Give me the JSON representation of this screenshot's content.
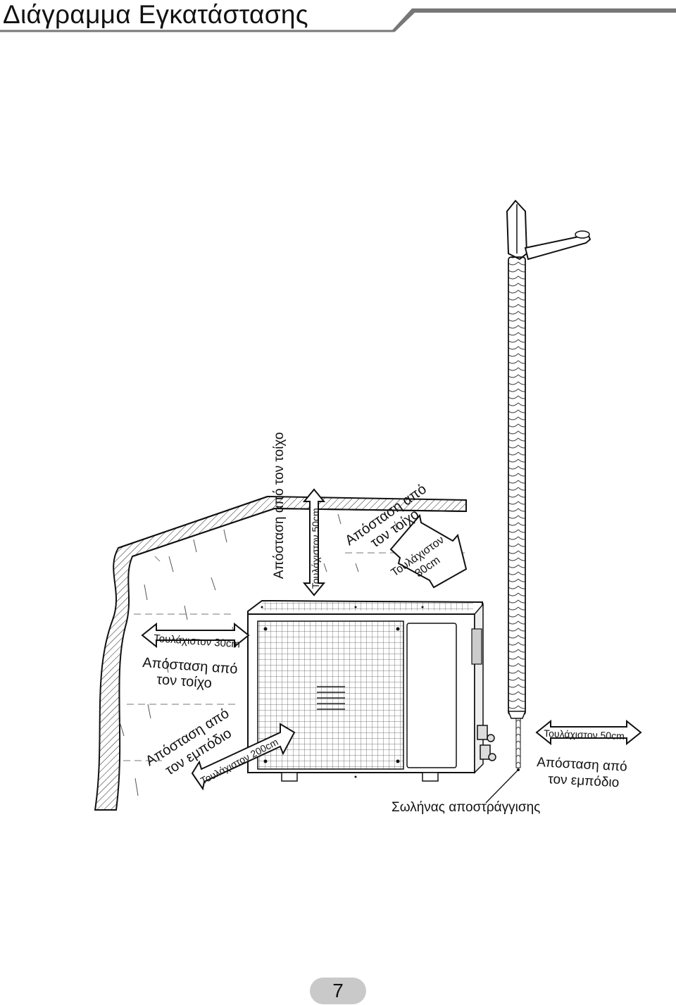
{
  "header": {
    "title": "Διάγραμμα Εγκατάστασης"
  },
  "labels": {
    "left_min": "Τουλάχιστον 30cm",
    "left_dist_1": "Απόσταση από",
    "left_dist_2": "τον τοίχο",
    "top_vertical_dist": "Απόσταση από τον τοίχο",
    "top_vertical_min": "Τουλάχιστον 50cm",
    "back_dist_1": "Απόσταση από",
    "back_dist_2": "τον τοίχο",
    "back_min_1": "Τουλάχιστον",
    "back_min_2": "30cm",
    "front_dist_1": "Απόσταση από",
    "front_dist_2": "τον εμπόδιο",
    "front_min": "Τουλάχιστον 200cm",
    "right_min": "Τουλάχιστον 50cm",
    "right_dist_1": "Απόσταση από",
    "right_dist_2": "τον εμπόδιο",
    "drain_hose": "Σωλήνας αποστράγγισης"
  },
  "footer": {
    "page_number": "7"
  }
}
